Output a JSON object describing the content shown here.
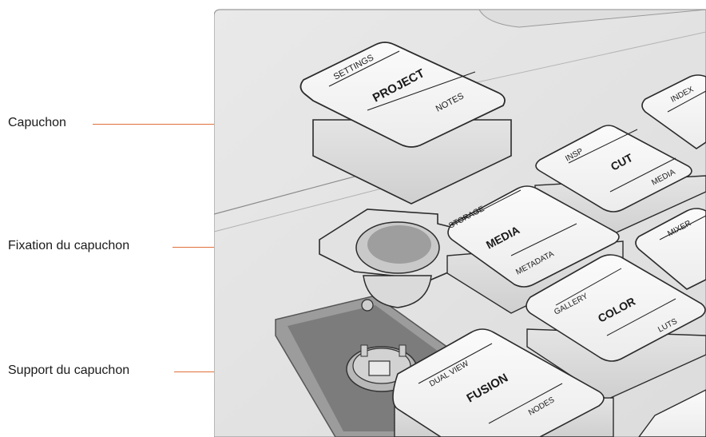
{
  "callouts": {
    "cap": "Capuchon",
    "cap_mount": "Fixation du capuchon",
    "cap_holder": "Support du capuchon"
  },
  "keys": {
    "project": {
      "top": "SETTINGS",
      "main": "PROJECT",
      "bottom": "NOTES"
    },
    "cut": {
      "top": "INSP",
      "main": "CUT",
      "bottom": "MEDIA"
    },
    "media": {
      "top": "STORAGE",
      "main": "MEDIA",
      "bottom": "METADATA"
    },
    "color": {
      "top": "GALLERY",
      "main": "COLOR",
      "bottom": "LUTS"
    },
    "fusion": {
      "top": "DUAL VIEW",
      "main": "FUSION",
      "bottom": "NODES"
    },
    "index": {
      "top": "INDEX"
    },
    "mixer": {
      "top": "MIXER"
    }
  },
  "colors": {
    "leader": "#e0703a",
    "outline": "#2b2b2b",
    "key_fill": "#f2f2f2"
  }
}
